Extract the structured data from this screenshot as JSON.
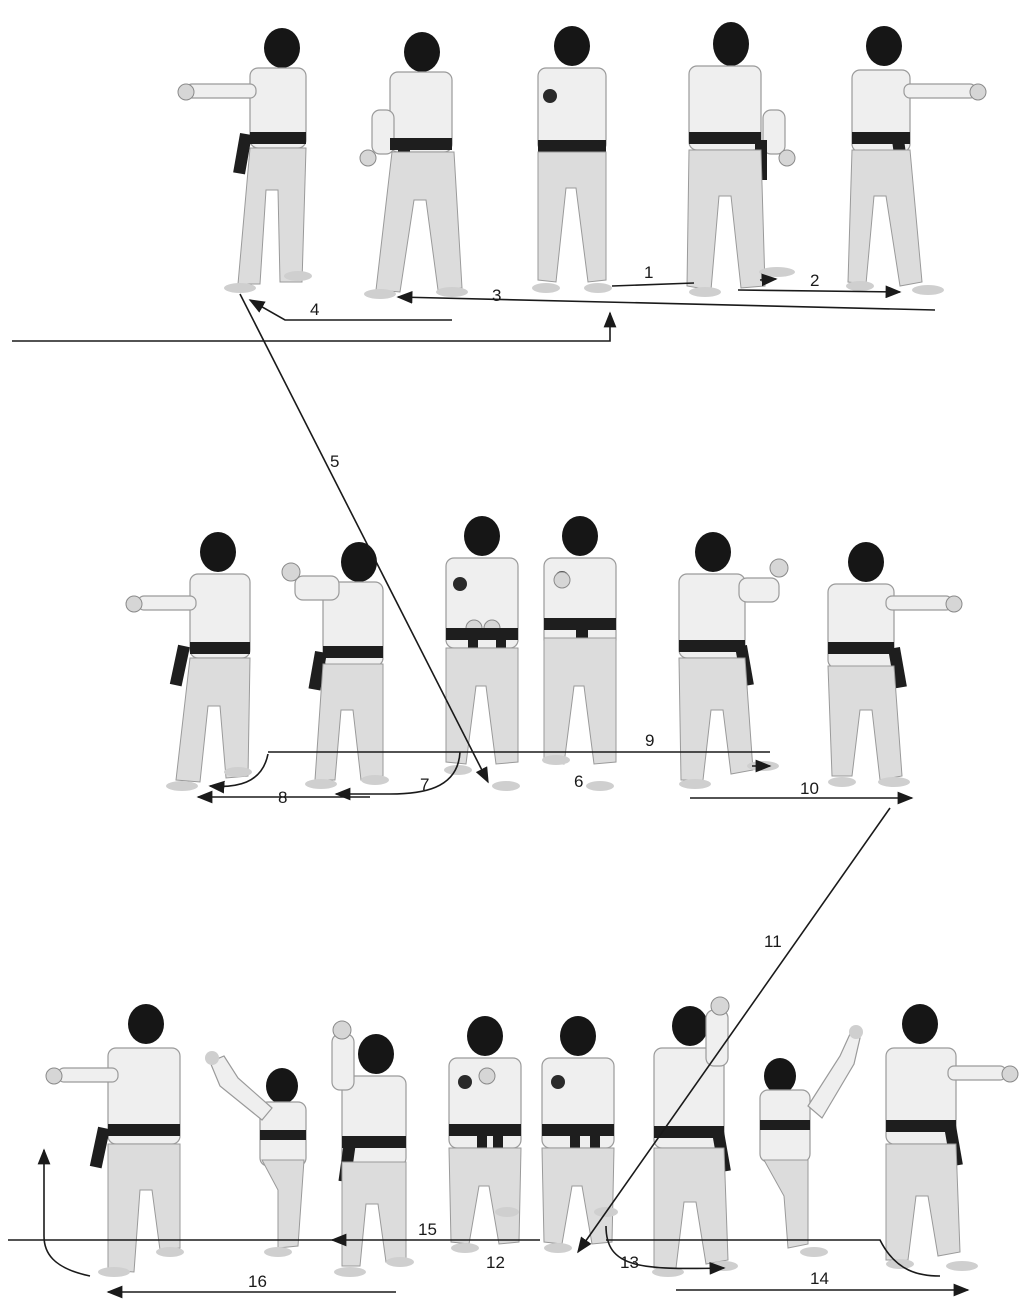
{
  "diagram": {
    "step_labels": [
      "1",
      "2",
      "3",
      "4",
      "5",
      "6",
      "7",
      "8",
      "9",
      "10",
      "11",
      "12",
      "13",
      "14",
      "15",
      "16"
    ]
  },
  "figures": {
    "row1": [
      "punch-left",
      "turn",
      "ready-front",
      "turn",
      "punch-right"
    ],
    "row2": [
      "punch-left",
      "block-left",
      "ready-front",
      "ready-front",
      "block-right",
      "punch-right"
    ],
    "row3": [
      "punch-left",
      "kick-left",
      "block-left",
      "ready-front",
      "ready-front",
      "block-right",
      "kick-right",
      "punch-right"
    ]
  },
  "colors": {
    "gi": "#efefef",
    "belt": "#1e1e1e",
    "hair": "#161616",
    "line": "#1a1a1a"
  }
}
